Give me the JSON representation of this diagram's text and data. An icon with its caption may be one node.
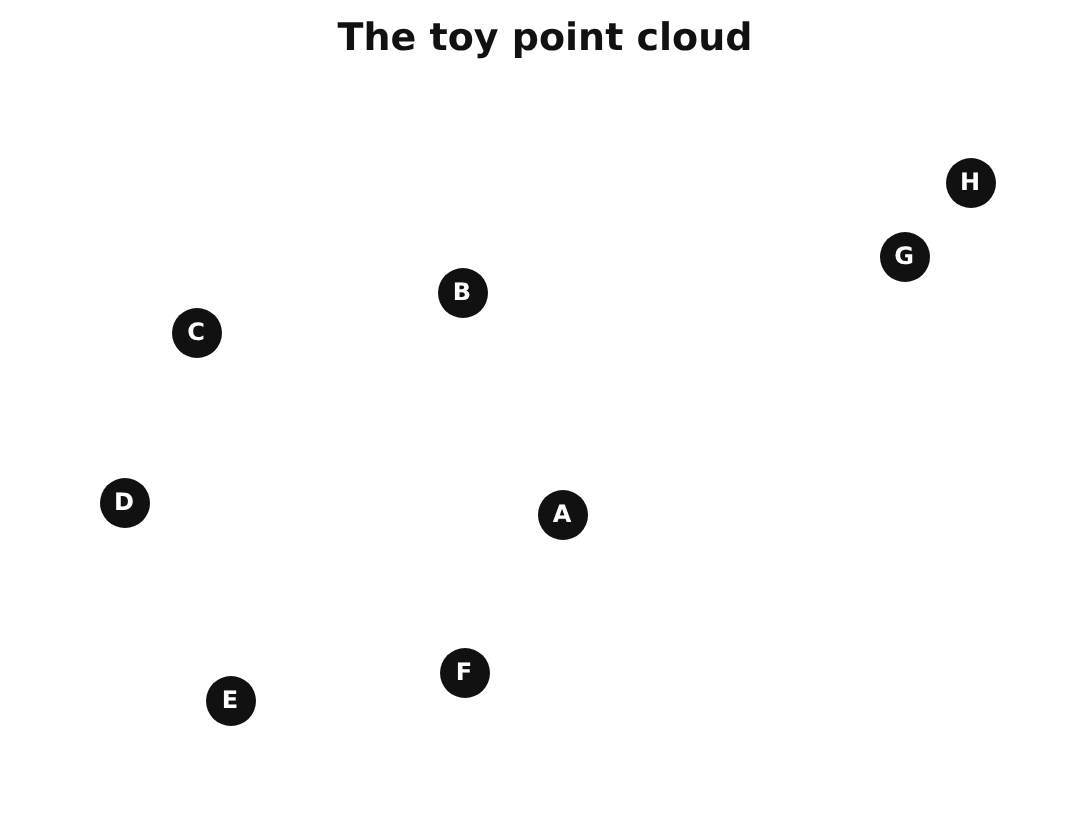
{
  "diagram": {
    "title": "The toy point cloud",
    "nodes": [
      {
        "text": [
          "A"
        ]
      },
      {
        "text": [
          "B"
        ]
      },
      {
        "text": [
          "C"
        ]
      },
      {
        "text": [
          "D"
        ]
      },
      {
        "text": [
          "E"
        ]
      },
      {
        "text": [
          "F"
        ]
      },
      {
        "text": [
          "G"
        ]
      },
      {
        "text": [
          "H"
        ]
      }
    ],
    "edges": []
  }
}
